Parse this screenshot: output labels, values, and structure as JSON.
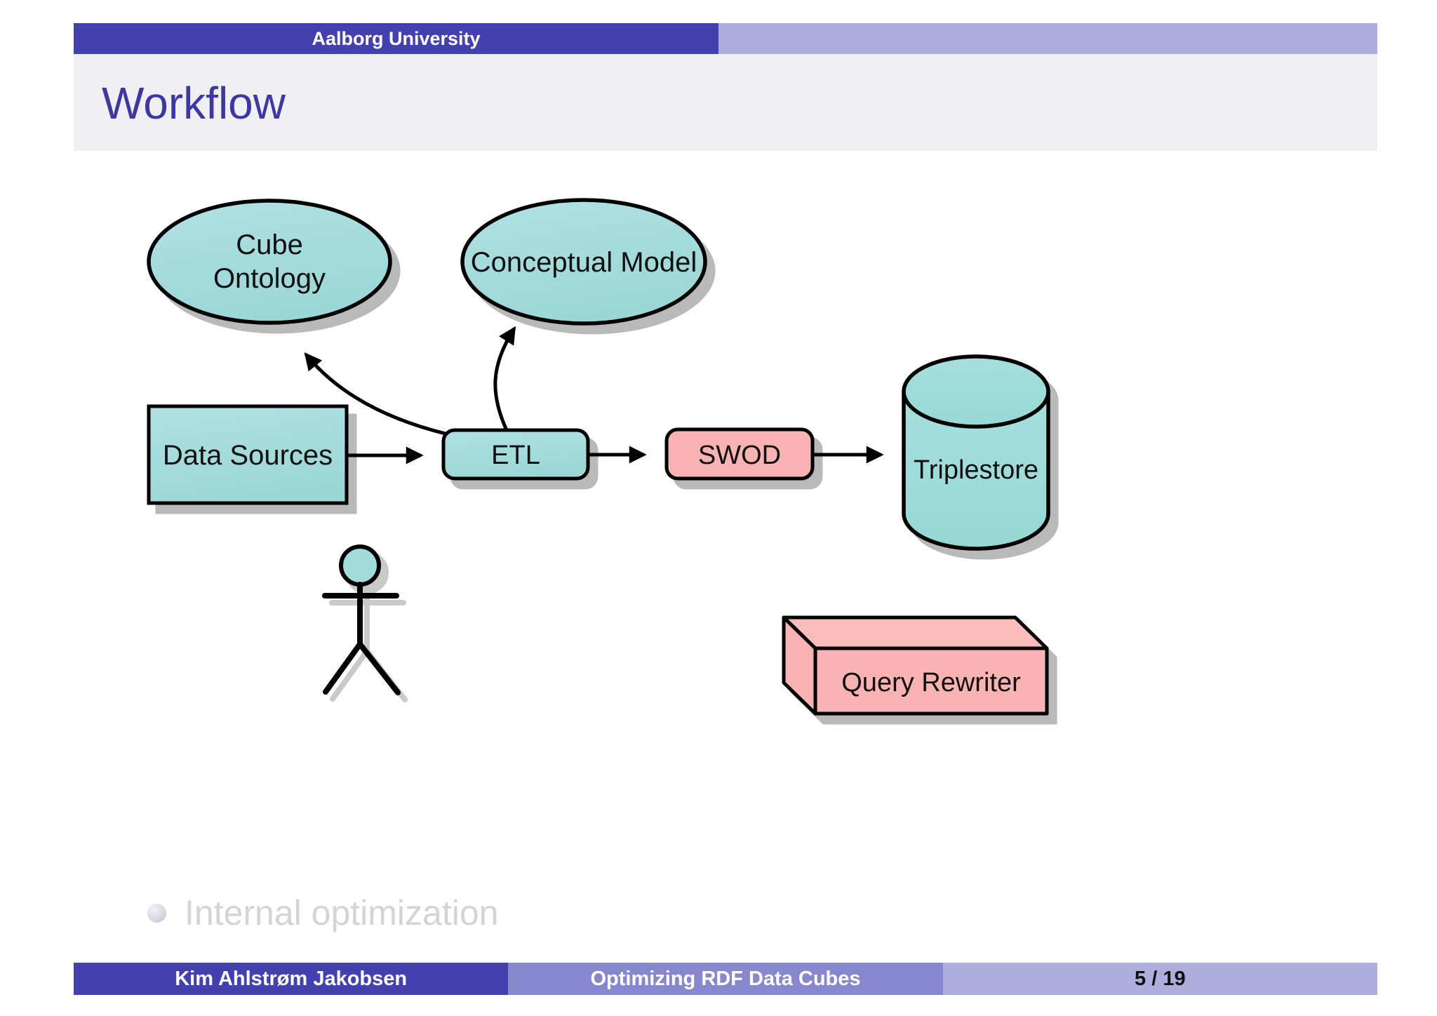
{
  "header": {
    "institute": "Aalborg University"
  },
  "title": "Workflow",
  "diagram": {
    "nodes": {
      "cube_ontology": {
        "type": "ellipse",
        "label_line1": "Cube",
        "label_line2": "Ontology"
      },
      "conceptual_model": {
        "type": "ellipse",
        "label": "Conceptual Model"
      },
      "data_sources": {
        "type": "rect",
        "label": "Data Sources"
      },
      "etl": {
        "type": "rounded-rect",
        "label": "ETL"
      },
      "swod": {
        "type": "rounded-rect",
        "label": "SWOD"
      },
      "triplestore": {
        "type": "cylinder",
        "label": "Triplestore"
      },
      "query_rewriter": {
        "type": "box3d",
        "label": "Query Rewriter"
      },
      "user": {
        "type": "stick-figure",
        "label": ""
      }
    },
    "edges": [
      {
        "from": "data_sources",
        "to": "etl"
      },
      {
        "from": "etl",
        "to": "swod"
      },
      {
        "from": "swod",
        "to": "triplestore"
      },
      {
        "from": "etl",
        "to": "cube_ontology"
      },
      {
        "from": "etl",
        "to": "conceptual_model"
      }
    ]
  },
  "bullets": [
    {
      "label": "Internal optimization"
    }
  ],
  "footer": {
    "author": "Kim Ahlstrøm Jakobsen",
    "deck_title": "Optimizing RDF Data Cubes",
    "page": "5 / 19"
  },
  "colors": {
    "header_dark": "#4341b0",
    "header_light": "#aeaede",
    "footer_mid": "#8687cd",
    "title_text": "#3c37a6",
    "title_band_bg": "#f0eff1",
    "node_teal": "#a2dbdb",
    "node_pink": "#f9b3b3",
    "shadow": "#b9b9b9",
    "covered_text": "#d3d3d8"
  }
}
